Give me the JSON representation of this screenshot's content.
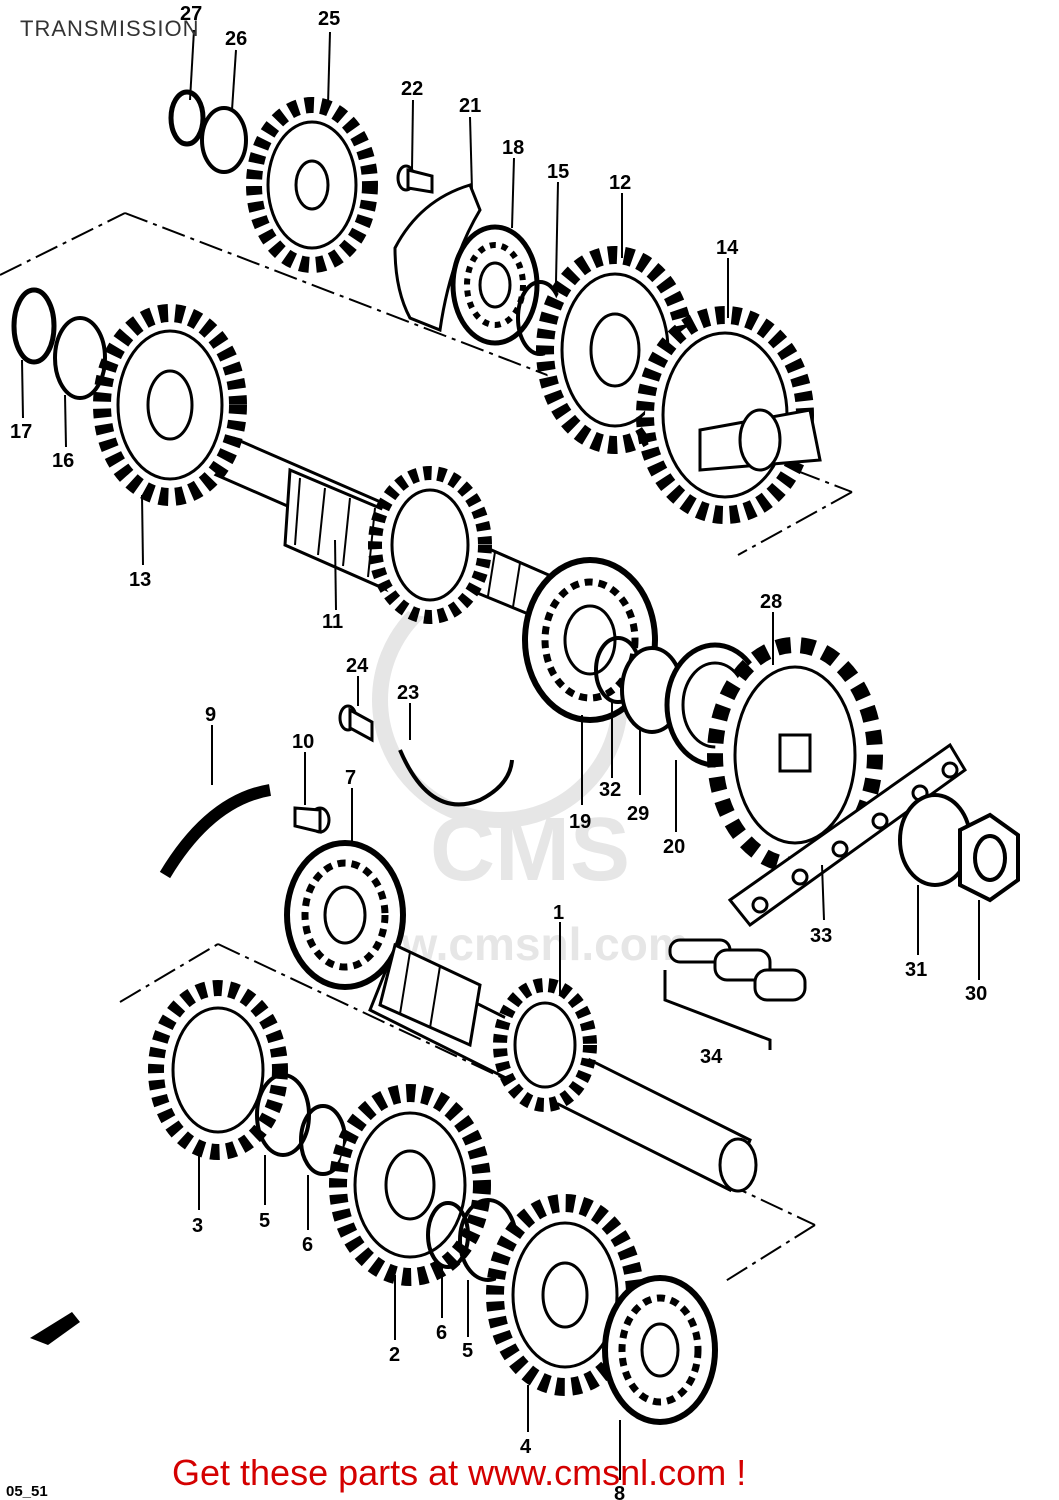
{
  "header": {
    "title": "TRANSMISSION"
  },
  "footer": {
    "link_text": "Get these parts at www.cmsnl.com !",
    "page_code": "05_51"
  },
  "watermark": {
    "brand": "CMS",
    "url": "www.cmsnl.com"
  },
  "callouts": {
    "c1": "1",
    "c2": "2",
    "c3": "3",
    "c4": "4",
    "c5a": "5",
    "c5b": "5",
    "c6a": "6",
    "c6b": "6",
    "c7": "7",
    "c8": "8",
    "c9": "9",
    "c10": "10",
    "c11": "11",
    "c12": "12",
    "c13": "13",
    "c14": "14",
    "c15": "15",
    "c16": "16",
    "c17": "17",
    "c18": "18",
    "c19": "19",
    "c20": "20",
    "c21": "21",
    "c22": "22",
    "c23": "23",
    "c24": "24",
    "c25": "25",
    "c26": "26",
    "c27": "27",
    "c28": "28",
    "c29": "29",
    "c30": "30",
    "c31": "31",
    "c32": "32",
    "c33": "33",
    "c34": "34"
  },
  "colors": {
    "line": "#000000",
    "footer_link": "#d40000",
    "watermark": "#e6e6e6"
  }
}
